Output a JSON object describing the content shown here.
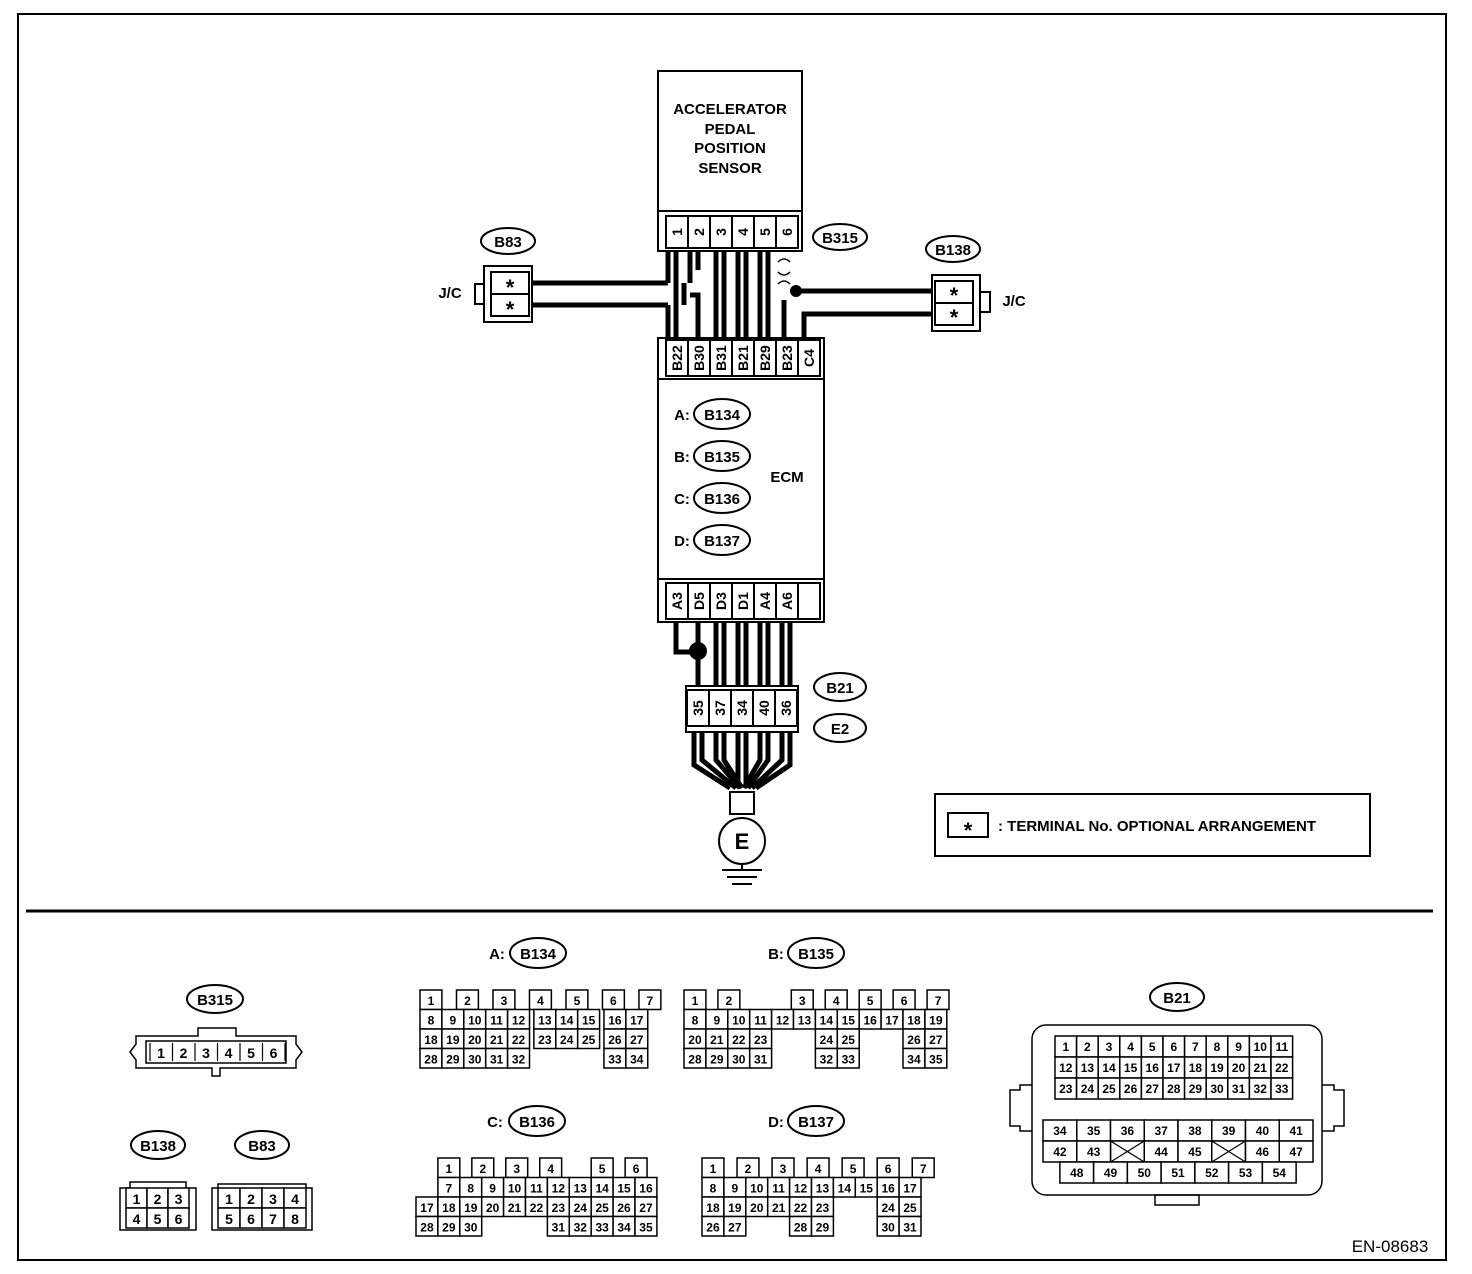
{
  "sensor": {
    "title_lines": [
      "ACCELERATOR",
      "PEDAL",
      "POSITION",
      "SENSOR"
    ],
    "connector": "B315",
    "pins": [
      "1",
      "2",
      "3",
      "4",
      "5",
      "6"
    ]
  },
  "jc_left": {
    "connector": "B83",
    "label": "J/C",
    "slots": [
      "*",
      "*"
    ]
  },
  "jc_right": {
    "connector": "B138",
    "label": "J/C",
    "slots": [
      "*",
      "*"
    ]
  },
  "ecm": {
    "label": "ECM",
    "top_pins": [
      "B22",
      "B30",
      "B31",
      "B21",
      "B29",
      "B23",
      "C4"
    ],
    "bottom_pins": [
      "A3",
      "D5",
      "D3",
      "D1",
      "A4",
      "A6",
      ""
    ],
    "connectors": [
      {
        "prefix": "A:",
        "id": "B134"
      },
      {
        "prefix": "B:",
        "id": "B135"
      },
      {
        "prefix": "C:",
        "id": "B136"
      },
      {
        "prefix": "D:",
        "id": "B137"
      }
    ]
  },
  "ground_connector": {
    "ids": [
      "B21",
      "E2"
    ],
    "pins": [
      "35",
      "37",
      "34",
      "40",
      "36"
    ],
    "ground_label": "E"
  },
  "legend": {
    "symbol": "*",
    "text": ": TERMINAL No. OPTIONAL ARRANGEMENT"
  },
  "connector_views": {
    "b315": {
      "id": "B315",
      "pins": [
        "1",
        "2",
        "3",
        "4",
        "5",
        "6"
      ]
    },
    "b138": {
      "id": "B138",
      "rows": [
        [
          "1",
          "2",
          "3"
        ],
        [
          "4",
          "5",
          "6"
        ]
      ]
    },
    "b83": {
      "id": "B83",
      "rows": [
        [
          "1",
          "2",
          "3",
          "4"
        ],
        [
          "5",
          "6",
          "7",
          "8"
        ]
      ]
    },
    "a_b134": {
      "prefix": "A:",
      "id": "B134",
      "rows": [
        [
          "1",
          "2",
          "3",
          "4",
          "5",
          "6",
          "7"
        ],
        [
          "8",
          "9",
          "10",
          "11",
          "12",
          "13",
          "14",
          "15",
          "16",
          "17"
        ],
        [
          "18",
          "19",
          "20",
          "21",
          "22",
          "23",
          "24",
          "25",
          "26",
          "27"
        ],
        [
          "28",
          "29",
          "30",
          "31",
          "32",
          "33",
          "34"
        ]
      ]
    },
    "b_b135": {
      "prefix": "B:",
      "id": "B135",
      "rows": [
        [
          "1",
          "2",
          "3",
          "4",
          "5",
          "6",
          "7"
        ],
        [
          "8",
          "9",
          "10",
          "11",
          "12",
          "13",
          "14",
          "15",
          "16",
          "17",
          "18",
          "19"
        ],
        [
          "20",
          "21",
          "22",
          "23",
          "24",
          "25",
          "26",
          "27"
        ],
        [
          "28",
          "29",
          "30",
          "31",
          "32",
          "33",
          "34",
          "35"
        ]
      ]
    },
    "c_b136": {
      "prefix": "C:",
      "id": "B136",
      "rows": [
        [
          "1",
          "2",
          "3",
          "4",
          "5",
          "6"
        ],
        [
          "7",
          "8",
          "9",
          "10",
          "11",
          "12",
          "13",
          "14",
          "15",
          "16"
        ],
        [
          "17",
          "18",
          "19",
          "20",
          "21",
          "22",
          "23",
          "24",
          "25",
          "26",
          "27"
        ],
        [
          "28",
          "29",
          "30",
          "31",
          "32",
          "33",
          "34",
          "35"
        ]
      ]
    },
    "d_b137": {
      "prefix": "D:",
      "id": "B137",
      "rows": [
        [
          "1",
          "2",
          "3",
          "4",
          "5",
          "6",
          "7"
        ],
        [
          "8",
          "9",
          "10",
          "11",
          "12",
          "13",
          "14",
          "15",
          "16",
          "17"
        ],
        [
          "18",
          "19",
          "20",
          "21",
          "22",
          "23",
          "24",
          "25"
        ],
        [
          "26",
          "27",
          "28",
          "29",
          "30",
          "31"
        ]
      ]
    },
    "b21": {
      "id": "B21",
      "rows": [
        [
          "1",
          "2",
          "3",
          "4",
          "5",
          "6",
          "7",
          "8",
          "9",
          "10",
          "11"
        ],
        [
          "12",
          "13",
          "14",
          "15",
          "16",
          "17",
          "18",
          "19",
          "20",
          "21",
          "22"
        ],
        [
          "23",
          "24",
          "25",
          "26",
          "27",
          "28",
          "29",
          "30",
          "31",
          "32",
          "33"
        ],
        [
          "34",
          "35",
          "36",
          "37",
          "38",
          "39",
          "40",
          "41"
        ],
        [
          "42",
          "43",
          "44",
          "45",
          "46",
          "47"
        ],
        [
          "48",
          "49",
          "50",
          "51",
          "52",
          "53",
          "54"
        ]
      ]
    }
  },
  "figure_code": "EN-08683"
}
